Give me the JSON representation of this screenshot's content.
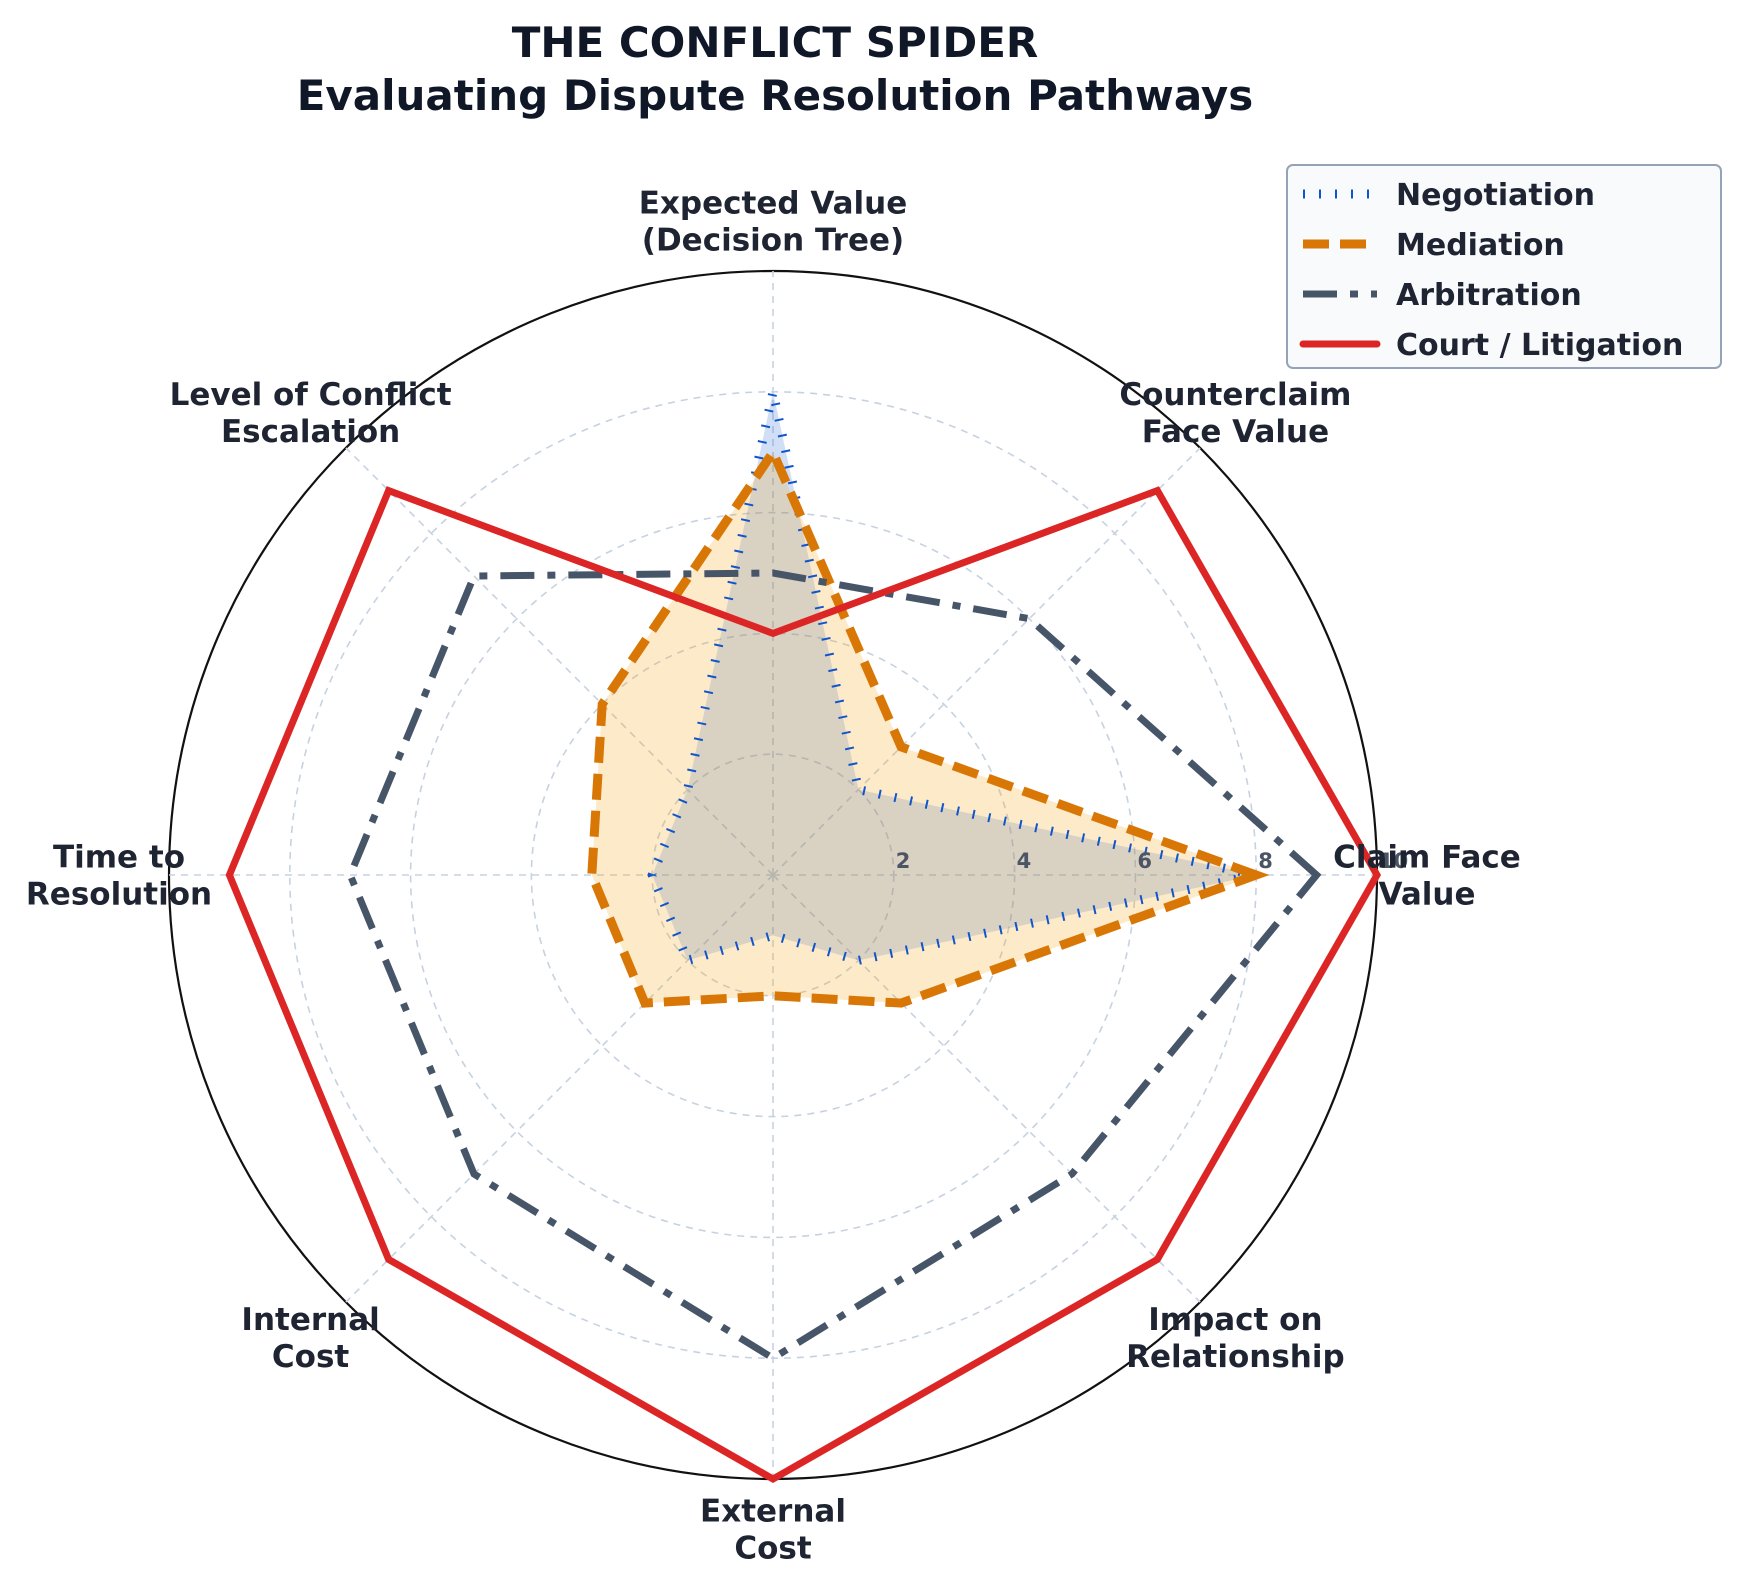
{
  "chart_data": {
    "type": "radar",
    "title_lines": [
      "THE CONFLICT SPIDER",
      "Evaluating Dispute Resolution Pathways"
    ],
    "axes": [
      {
        "name": "claim",
        "label_lines": [
          "Claim Face",
          "Value"
        ]
      },
      {
        "name": "counterclaim",
        "label_lines": [
          "Counterclaim",
          "Face Value"
        ]
      },
      {
        "name": "expected-value",
        "label_lines": [
          "Expected Value",
          "(Decision Tree)"
        ]
      },
      {
        "name": "escalation",
        "label_lines": [
          "Level of Conflict",
          "Escalation"
        ]
      },
      {
        "name": "time",
        "label_lines": [
          "Time to",
          "Resolution"
        ]
      },
      {
        "name": "internal-cost",
        "label_lines": [
          "Internal",
          "Cost"
        ]
      },
      {
        "name": "external-cost",
        "label_lines": [
          "External",
          "Cost"
        ]
      },
      {
        "name": "relationship",
        "label_lines": [
          "Impact on",
          "Relationship"
        ]
      }
    ],
    "r_range": [
      0,
      10
    ],
    "r_ticks": [
      2,
      4,
      6,
      8,
      10
    ],
    "grid": true,
    "legend_position": "top-right",
    "series": [
      {
        "name": "Negotiation",
        "color": "#1155cc",
        "line_style": "dotted",
        "fill": "#2d6fd6",
        "values": [
          8,
          2,
          8,
          2,
          2,
          2,
          1,
          2
        ]
      },
      {
        "name": "Mediation",
        "color": "#d97706",
        "line_style": "dashed",
        "fill": "#f59e0b",
        "values": [
          8,
          3,
          7,
          4,
          3,
          3,
          2,
          3
        ]
      },
      {
        "name": "Arbitration",
        "color": "#475569",
        "line_style": "dashdot",
        "fill": "none",
        "values": [
          9,
          6,
          5,
          7,
          7,
          7,
          8,
          7
        ]
      },
      {
        "name": "Court / Litigation",
        "color": "#dc2626",
        "line_style": "solid",
        "fill": "none",
        "values": [
          10,
          9,
          4,
          9,
          9,
          9,
          10,
          9
        ]
      }
    ]
  }
}
